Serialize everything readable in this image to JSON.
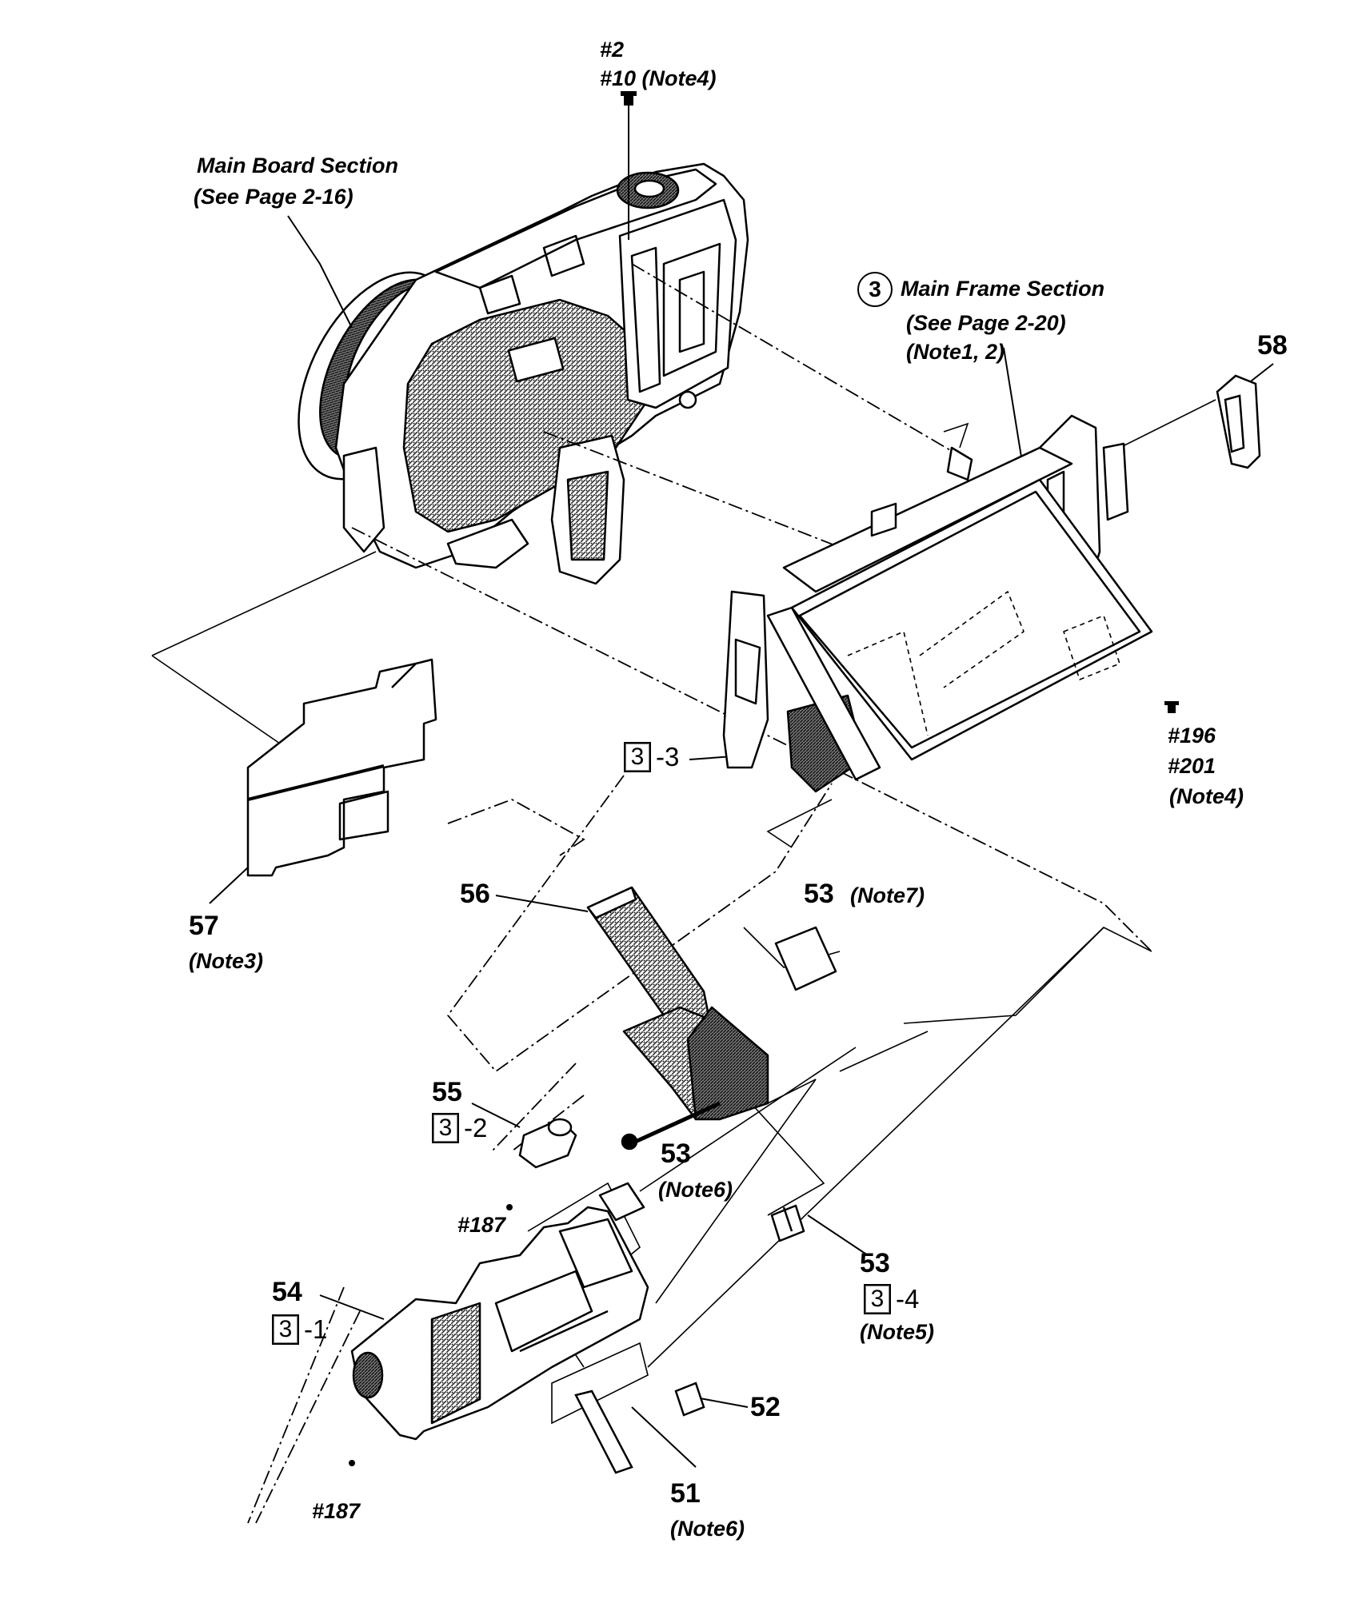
{
  "labels": {
    "screw_2": "#2",
    "screw_10": "#10 (Note4)",
    "main_board_title": "Main Board Section",
    "main_board_page": "(See Page 2-16)",
    "main_frame_circle": "3",
    "main_frame_title": "Main Frame Section",
    "main_frame_page": "(See Page 2-20)",
    "main_frame_note": "(Note1, 2)",
    "part_58": "58",
    "screw_196": "#196",
    "screw_201": "#201",
    "screw_196_note": "(Note4)",
    "ref_3_3_box": "3",
    "ref_3_3_suffix": "-3",
    "part_57": "57",
    "part_57_note": "(Note3)",
    "part_56": "56",
    "part_53_a": "53",
    "part_53_a_note": "(Note7)",
    "part_55": "55",
    "ref_3_2_box": "3",
    "ref_3_2_suffix": "-2",
    "part_53_b": "53",
    "part_53_b_note": "(Note6)",
    "screw_187_a": "#187",
    "part_53_c": "53",
    "ref_3_4_box": "3",
    "ref_3_4_suffix": "-4",
    "part_53_c_note": "(Note5)",
    "part_54": "54",
    "ref_3_1_box": "3",
    "ref_3_1_suffix": "-1",
    "part_52": "52",
    "part_51": "51",
    "part_51_note": "(Note6)",
    "screw_187_b": "#187"
  },
  "colors": {
    "ink": "#000000",
    "paper": "#ffffff",
    "shade": "#555555"
  }
}
